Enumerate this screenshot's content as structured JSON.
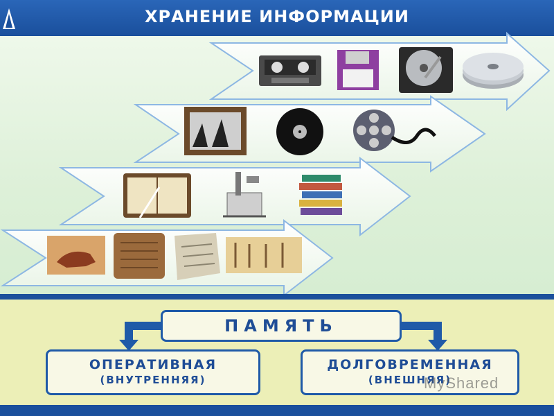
{
  "header": {
    "title": "ХРАНЕНИЕ ИНФОРМАЦИИ"
  },
  "timeline": {
    "rows": [
      {
        "items": [
          "cave-painting",
          "clay-tablet",
          "stone-inscription",
          "papyrus"
        ]
      },
      {
        "items": [
          "manuscript-book",
          "printing-press",
          "book-stack"
        ]
      },
      {
        "items": [
          "framed-photo",
          "vinyl-record",
          "film-reel"
        ]
      },
      {
        "items": [
          "video-cassette",
          "floppy-disk",
          "hard-drive",
          "cd-discs"
        ]
      }
    ]
  },
  "memory": {
    "main_label": "ПАМЯТЬ",
    "operative_label": "ОПЕРАТИВНАЯ",
    "operative_sub": "(ВНУТРЕННЯЯ)",
    "longterm_label": "ДОЛГОВРЕМЕННАЯ",
    "longterm_sub": "(ВНЕШНЯЯ)"
  },
  "watermark": "MyShared",
  "colors": {
    "primary_blue": "#1c54a6",
    "panel_green": "#e4f3df",
    "panel_yellow": "#ecefb7"
  }
}
